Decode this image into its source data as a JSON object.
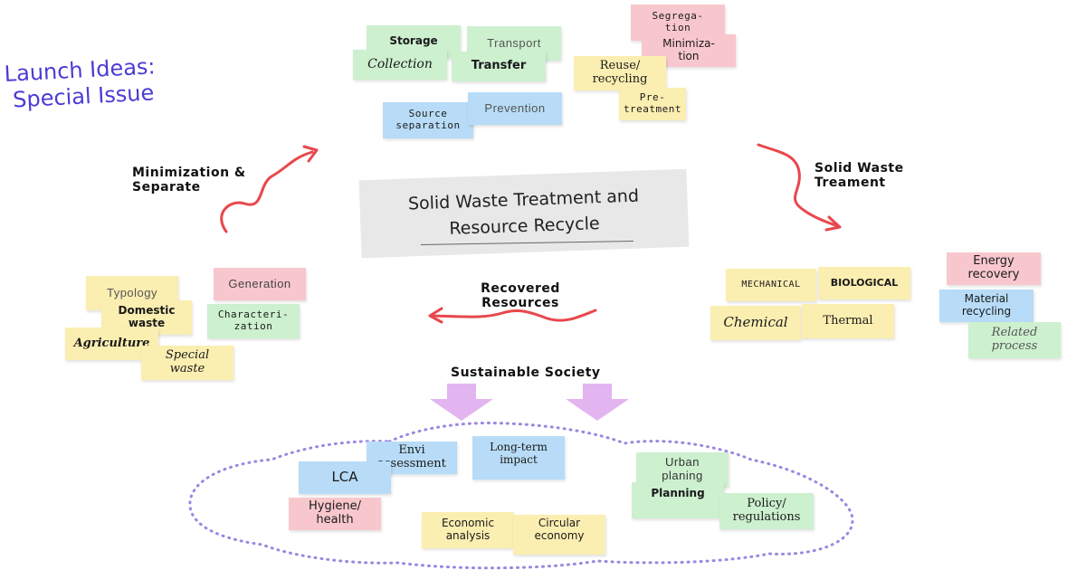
{
  "title": {
    "line1": "Launch Ideas:",
    "line2": "Special Issue"
  },
  "center": {
    "line1": "Solid Waste Treatment and",
    "line2": "Resource Recycle"
  },
  "labels": {
    "minimization": "Minimization &\nSeparate",
    "solid_waste": "Solid Waste\nTreament",
    "recovered": "Recovered\nResources",
    "sustainable": "Sustainable Society"
  },
  "top_notes": {
    "storage": "Storage",
    "transport": "Transport",
    "collection": "Collection",
    "transfer": "Transfer",
    "source_separation": "Source\nseparation",
    "prevention": "Prevention",
    "segregation": "Segrega-\ntion",
    "minimization": "Minimiza-\ntion",
    "reuse": "Reuse/\nrecycling",
    "pretreatment": "Pre-\ntreatment"
  },
  "left_notes": {
    "typology": "Typology",
    "generation": "Generation",
    "domestic": "Domestic\nwaste",
    "characterization": "Characteri-\nzation",
    "agriculture": "Agriculture",
    "special": "Special\nwaste"
  },
  "right_notes": {
    "mechanical": "MECHANICAL",
    "biological": "BIOLOGICAL",
    "chemical": "Chemical",
    "thermal": "Thermal",
    "energy": "Energy\nrecovery",
    "material": "Material\nrecycling",
    "related": "Related\nprocess"
  },
  "bottom_notes": {
    "envi": "Envi\nassessment",
    "longterm": "Long-term\nimpact",
    "lca": "LCA",
    "hygiene": "Hygiene/\nhealth",
    "urban": "Urban\nplaning",
    "planning": "Planning",
    "policy": "Policy/\nregulations",
    "economic": "Economic\nanalysis",
    "circular": "Circular\neconomy"
  },
  "colors": {
    "arrow_red": "#e8474c",
    "down_arrow": "#e2b5f0",
    "cloud_dots": "#9b86e0",
    "title_purple": "#4b3bd6"
  }
}
